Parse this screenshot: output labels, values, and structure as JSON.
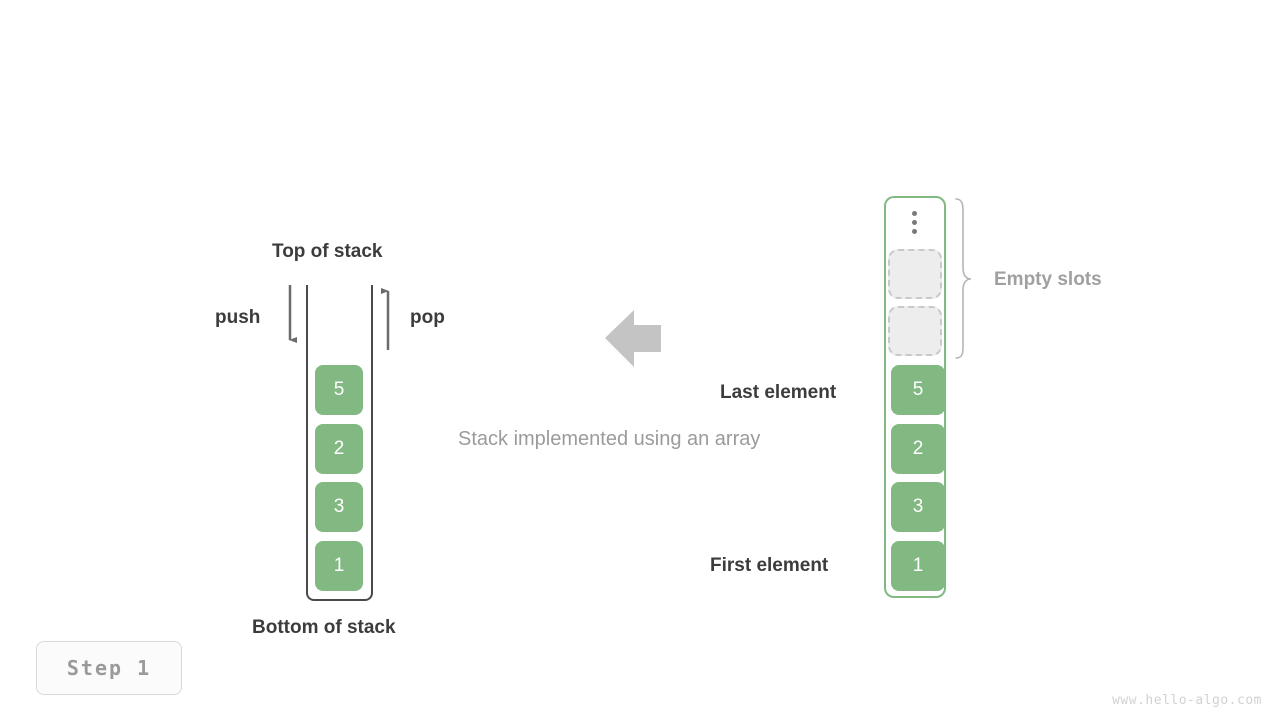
{
  "diagram": {
    "caption": "Stack implemented using an array",
    "watermark": "www.hello-algo.com",
    "step_label": "Step 1",
    "accent_green": "#82b882",
    "empty_slot_fill": "#ededed",
    "empty_slot_border": "#c9c9c9",
    "text_dark": "#3c3c3c",
    "text_gray": "#9b9b9b",
    "arrow_gray": "#c4c4c4",
    "wall_color": "#4a4a4a"
  },
  "left_stack": {
    "top_label": "Top of stack",
    "bottom_label": "Bottom of stack",
    "push_label": "push",
    "pop_label": "pop",
    "values": [
      "5",
      "2",
      "3",
      "1"
    ]
  },
  "right_array": {
    "ellipsis_icon": "vertical-ellipsis-icon",
    "empty_slots_label": "Empty slots",
    "empty_slots_count": 2,
    "last_element_label": "Last element",
    "first_element_label": "First element",
    "values": [
      "5",
      "2",
      "3",
      "1"
    ]
  },
  "center_arrow": {
    "icon": "arrow-left-icon",
    "direction": "left"
  }
}
